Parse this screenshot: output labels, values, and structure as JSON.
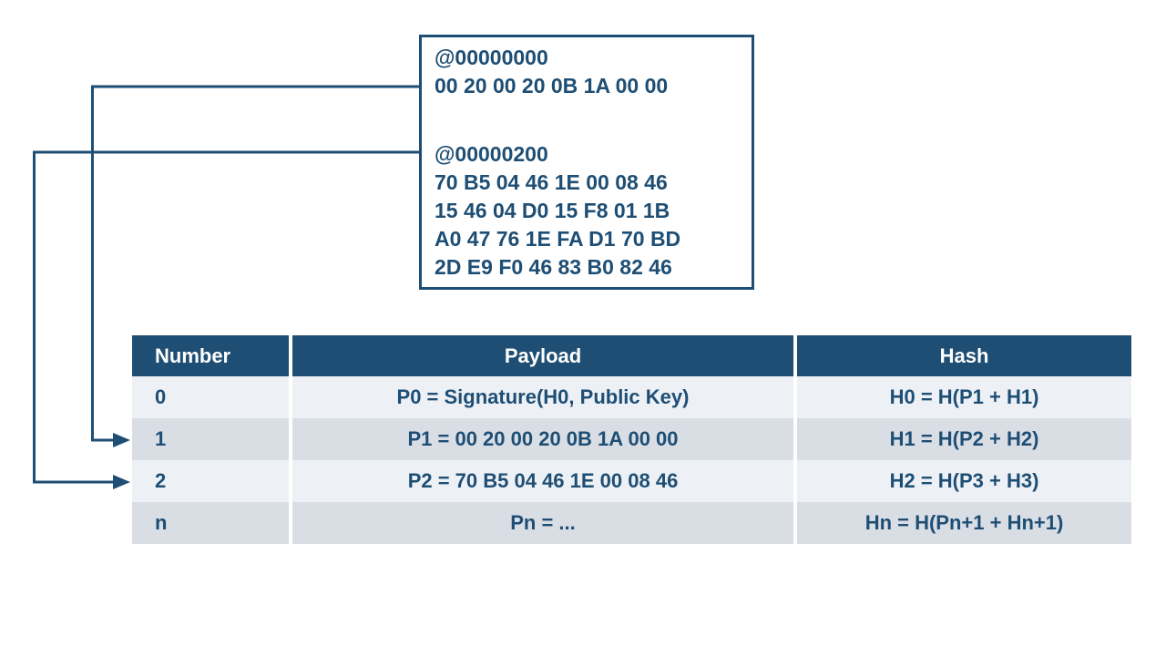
{
  "colors": {
    "navy": "#1E4E74",
    "row_light": "#EDF1F6",
    "row_dark": "#D9DEE5",
    "header_text": "#FFFFFF",
    "background": "#FFFFFF"
  },
  "hex_dump": {
    "blocks": [
      {
        "address": "@00000000",
        "lines": [
          "00 20 00 20 0B 1A 00 00"
        ]
      },
      {
        "address": "@00000200",
        "lines": [
          "70 B5 04 46 1E 00 08 46",
          "15 46 04 D0 15 F8 01 1B",
          "A0 47 76 1E FA D1 70 BD",
          "2D E9 F0 46 83 B0 82 46"
        ]
      }
    ]
  },
  "table": {
    "headers": [
      "Number",
      "Payload",
      "Hash"
    ],
    "rows": [
      {
        "number": "0",
        "payload": "P0 = Signature(H0, Public Key)",
        "hash": "H0 = H(P1 + H1)"
      },
      {
        "number": "1",
        "payload": "P1 = 00 20 00 20 0B 1A 00 00",
        "hash": "H1 = H(P2 + H2)"
      },
      {
        "number": "2",
        "payload": "P2 = 70 B5 04 46 1E 00 08 46",
        "hash": "H2 = H(P3 + H3)"
      },
      {
        "number": "n",
        "payload": "Pn = ...",
        "hash": "Hn = H(Pn+1 + Hn+1)"
      }
    ]
  },
  "connectors": [
    {
      "from": "hex-line-00-20-00-20-0B-1A-00-00",
      "to": "table-row-1"
    },
    {
      "from": "hex-block-@00000200",
      "to": "table-row-2"
    }
  ]
}
